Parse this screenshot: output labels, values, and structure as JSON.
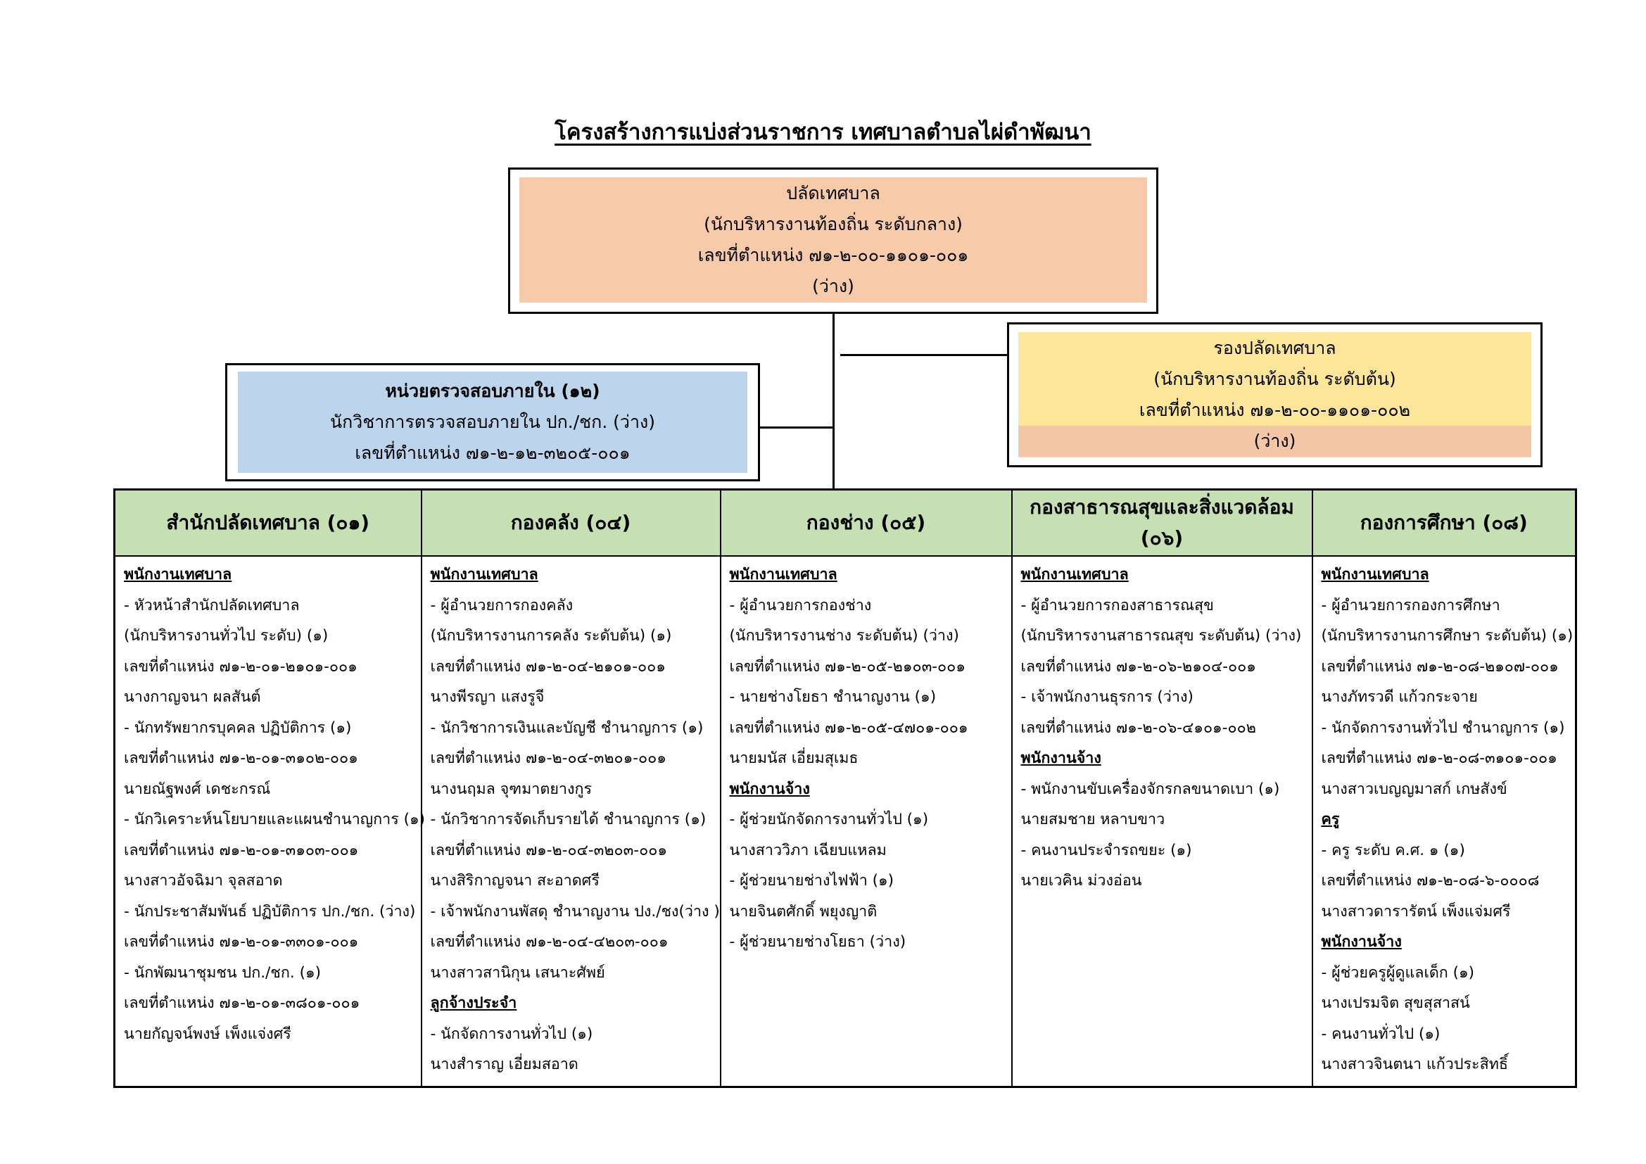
{
  "title": "โครงสร้างการแบ่งส่วนราชการ เทศบาลตำบลไผ่ดำพัฒนา",
  "top": {
    "lines": [
      "ปลัดเทศบาล",
      "(นักบริหารงานท้องถิ่น ระดับกลาง)",
      "เลขที่ตำแหน่ง ๗๑-๒-๐๐-๑๑๐๑-๐๐๑",
      "(ว่าง)"
    ]
  },
  "deputy": {
    "lines": [
      "รองปลัดเทศบาล",
      "(นักบริหารงานท้องถิ่น ระดับต้น)",
      "เลขที่ตำแหน่ง ๗๑-๒-๐๐-๑๑๐๑-๐๐๒",
      "(ว่าง)"
    ]
  },
  "audit": {
    "lines": [
      "หน่วยตรวจสอบภายใน (๑๒)",
      "นักวิชาการตรวจสอบภายใน ปก./ชก. (ว่าง)",
      "เลขที่ตำแหน่ง ๗๑-๒-๑๒-๓๒๐๕-๐๐๑"
    ]
  },
  "divisions": [
    {
      "header": "สำนักปลัดเทศบาล (๐๑)",
      "lines": [
        {
          "t": "พนักงานเทศบาล",
          "h": true
        },
        {
          "t": "- หัวหน้าสำนักปลัดเทศบาล"
        },
        {
          "t": "(นักบริหารงานทั่วไป ระดับ) (๑)"
        },
        {
          "t": "เลขที่ตำแหน่ง ๗๑-๒-๐๑-๒๑๐๑-๐๐๑"
        },
        {
          "t": "นางกาญจนา  ผลสันต์"
        },
        {
          "t": "- นักทรัพยากรบุคคล ปฏิบัติการ (๑)"
        },
        {
          "t": "เลขที่ตำแหน่ง ๗๑-๒-๐๑-๓๑๐๒-๐๐๑"
        },
        {
          "t": "นายณัฐพงศ์  เดชะกรณ์"
        },
        {
          "t": "- นักวิเคราะห์นโยบายและแผนชำนาญการ (๑)"
        },
        {
          "t": "เลขที่ตำแหน่ง ๗๑-๒-๐๑-๓๑๐๓-๐๐๑"
        },
        {
          "t": "นางสาวอัจฉิมา  จุลสอาด"
        },
        {
          "t": "- นักประชาสัมพันธ์ ปฏิบัติการ ปก./ชก. (ว่าง)"
        },
        {
          "t": "เลขที่ตำแหน่ง ๗๑-๒-๐๑-๓๓๐๑-๐๐๑"
        },
        {
          "t": "- นักพัฒนาชุมชน ปก./ชก. (๑)"
        },
        {
          "t": "เลขที่ตำแหน่ง ๗๑-๒-๐๑-๓๘๐๑-๐๐๑"
        },
        {
          "t": "นายกัญจน์พงษ์ เพ็งแจ่งศรี"
        }
      ]
    },
    {
      "header": "กองคลัง (๐๔)",
      "lines": [
        {
          "t": "พนักงานเทศบาล",
          "h": true
        },
        {
          "t": " - ผู้อำนวยการกองคลัง"
        },
        {
          "t": " (นักบริหารงานการคลัง ระดับต้น) (๑)"
        },
        {
          "t": "เลขที่ตำแหน่ง ๗๑-๒-๐๔-๒๑๐๑-๐๐๑"
        },
        {
          "t": "นางพีรญา  แสงรูจี"
        },
        {
          "t": " - นักวิชาการเงินและบัญชี ชำนาญการ (๑)"
        },
        {
          "t": "เลขที่ตำแหน่ง ๗๑-๒-๐๔-๓๒๐๑-๐๐๑"
        },
        {
          "t": "นางนฤมล  จุฑมาตยางกูร"
        },
        {
          "t": " - นักวิชาการจัดเก็บรายได้ ชำนาญการ (๑)"
        },
        {
          "t": "เลขที่ตำแหน่ง ๗๑-๒-๐๔-๓๒๐๓-๐๐๑"
        },
        {
          "t": "นางสิริกาญจนา  สะอาดศรี"
        },
        {
          "t": " - เจ้าพนักงานพัสดุ ชำนาญงาน ปง./ชง(ว่าง )"
        },
        {
          "t": "เลขที่ตำแหน่ง ๗๑-๒-๐๔-๔๒๐๓-๐๐๑"
        },
        {
          "t": "นางสาวสานิกุน  เสนาะศัพย์"
        },
        {
          "t": "ลูกจ้างประจำ",
          "h": true
        },
        {
          "t": " - นักจัดการงานทั่วไป (๑)"
        },
        {
          "t": "นางสำราญ  เอี่ยมสอาด"
        }
      ]
    },
    {
      "header": "กองช่าง (๐๕)",
      "lines": [
        {
          "t": "พนักงานเทศบาล",
          "h": true
        },
        {
          "t": " - ผู้อำนวยการกองช่าง"
        },
        {
          "t": " (นักบริหารงานช่าง ระดับต้น) (ว่าง)"
        },
        {
          "t": "เลขที่ตำแหน่ง ๗๑-๒-๐๕-๒๑๐๓-๐๐๑"
        },
        {
          "t": " - นายช่างโยธา ชำนาญงาน (๑)"
        },
        {
          "t": "เลขที่ตำแหน่ง ๗๑-๒-๐๕-๔๗๐๑-๐๐๑"
        },
        {
          "t": "นายมนัส  เอี่ยมสุเมธ"
        },
        {
          "t": "พนักงานจ้าง",
          "h": true
        },
        {
          "t": " - ผู้ช่วยนักจัดการงานทั่วไป (๑)"
        },
        {
          "t": "นางสาววิภา  เฉียบแหลม"
        },
        {
          "t": " - ผู้ช่วยนายช่างไฟฟ้า (๑)"
        },
        {
          "t": "นายจินตศักดิ์  พยุงญาติ"
        },
        {
          "t": " - ผู้ช่วยนายช่างโยธา (ว่าง)"
        }
      ]
    },
    {
      "header": "กองสาธารณสุขและสิ่งแวดล้อม (๐๖)",
      "lines": [
        {
          "t": "พนักงานเทศบาล",
          "h": true
        },
        {
          "t": " - ผู้อำนวยการกองสาธารณสุข"
        },
        {
          "t": " (นักบริหารงานสาธารณสุข ระดับต้น) (ว่าง)"
        },
        {
          "t": "เลขที่ตำแหน่ง ๗๑-๒-๐๖-๒๑๐๔-๐๐๑"
        },
        {
          "t": " - เจ้าพนักงานธุรการ (ว่าง)"
        },
        {
          "t": "เลขที่ตำแหน่ง ๗๑-๒-๐๖-๔๑๐๑-๐๐๒"
        },
        {
          "t": "พนักงานจ้าง",
          "h": true
        },
        {
          "t": " - พนักงานขับเครื่องจักรกลขนาดเบา (๑)"
        },
        {
          "t": "นายสมชาย  หลาบขาว"
        },
        {
          "t": " - คนงานประจำรถขยะ (๑)"
        },
        {
          "t": "นายเวคิน  ม่วงอ่อน"
        }
      ]
    },
    {
      "header": "กองการศึกษา (๐๘)",
      "lines": [
        {
          "t": "พนักงานเทศบาล",
          "h": true
        },
        {
          "t": " - ผู้อำนวยการกองการศึกษา"
        },
        {
          "t": " (นักบริหารงานการศึกษา ระดับต้น) (๑)"
        },
        {
          "t": "เลขที่ตำแหน่ง ๗๑-๒-๐๘-๒๑๐๗-๐๐๑"
        },
        {
          "t": "นางภัทรวดี  แก้วกระจาย"
        },
        {
          "t": " - นักจัดการงานทั่วไป ชำนาญการ (๑)"
        },
        {
          "t": "เลขที่ตำแหน่ง ๗๑-๒-๐๘-๓๑๐๑-๐๐๑"
        },
        {
          "t": "นางสาวเบญญมาสก์  เกษสังข์"
        },
        {
          "t": "ครู",
          "h": true
        },
        {
          "t": " - ครู ระดับ ค.ศ. ๑ (๑)"
        },
        {
          "t": "เลขที่ตำแหน่ง ๗๑-๒-๐๘-๖-๐๐๐๘"
        },
        {
          "t": "นางสาวดารารัตน์  เพ็งแจ่มศรี"
        },
        {
          "t": "พนักงานจ้าง",
          "h": true
        },
        {
          "t": " - ผู้ช่วยครูผู้ดูแลเด็ก (๑)"
        },
        {
          "t": "นางเปรมจิต  สุขสุสาสน์"
        },
        {
          "t": " - คนงานทั่วไป (๑)"
        },
        {
          "t": "นางสาวจินตนา  แก้วประสิทธิ์"
        }
      ]
    }
  ]
}
